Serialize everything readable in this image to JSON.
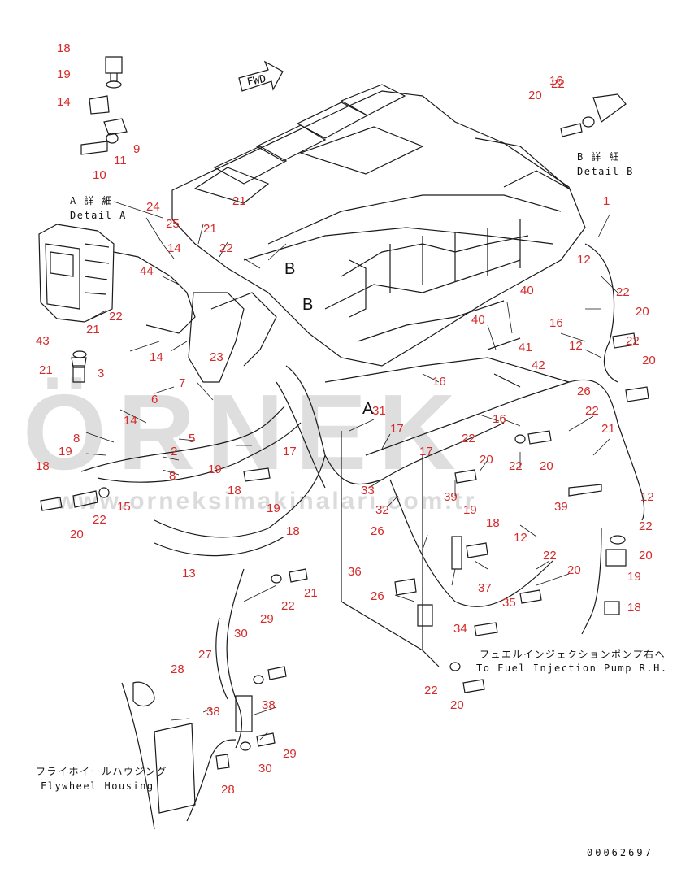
{
  "watermark": {
    "main": "ÖRNEK",
    "url": "www.orneksimakinalari.com.tr"
  },
  "direction_label": "FWD",
  "view_markers": {
    "a": "A",
    "b1": "B",
    "b2": "B"
  },
  "captions": {
    "detail_a_jp": "A 詳 細",
    "detail_a_en": "Detail A",
    "detail_b_jp": "B 詳 細",
    "detail_b_en": "Detail B",
    "pump_jp": "フュエルインジェクションポンプ右へ",
    "pump_en": "To Fuel Injection Pump R.H.",
    "flywheel_jp": "フライホイールハウジング",
    "flywheel_en": "Flywheel Housing",
    "drawing_no": "00062697"
  },
  "part_numbers": [
    "18",
    "19",
    "14",
    "9",
    "11",
    "10",
    "24",
    "25",
    "21",
    "22",
    "14",
    "44",
    "22",
    "21",
    "43",
    "21",
    "3",
    "14",
    "23",
    "7",
    "6",
    "14",
    "8",
    "19",
    "18",
    "15",
    "22",
    "20",
    "5",
    "2",
    "19",
    "8",
    "18",
    "17",
    "19",
    "18",
    "13",
    "21",
    "22",
    "30",
    "29",
    "27",
    "28",
    "38",
    "38",
    "29",
    "30",
    "28",
    "31",
    "17",
    "33",
    "32",
    "26",
    "36",
    "26",
    "34",
    "37",
    "35",
    "39",
    "19",
    "18",
    "12",
    "22",
    "20",
    "22",
    "20",
    "17",
    "22",
    "16",
    "21",
    "12",
    "22",
    "20",
    "19",
    "18",
    "12",
    "20",
    "22",
    "16",
    "39",
    "20",
    "40",
    "40",
    "41",
    "42",
    "16",
    "22",
    "20",
    "26",
    "22",
    "20",
    "16",
    "12",
    "21",
    "22",
    "1",
    "20",
    "22"
  ],
  "colors": {
    "line": "#1a1a1a",
    "callout": "#d42a2a",
    "watermark": "#c4c4c4",
    "background": "#ffffff"
  }
}
